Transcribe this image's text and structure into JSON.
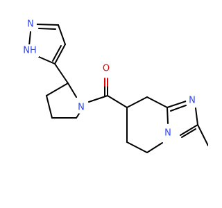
{
  "molecule": {
    "atoms": {
      "o": "O",
      "n_pyrazole_top": "N",
      "nh_pyrazole": "NH",
      "n_pyrrolidine": "N",
      "n_imidazole_top": "N",
      "n_imidazole_bridge": "N"
    }
  },
  "colors": {
    "bond": "#000000",
    "nitrogen": "#2e46f0",
    "oxygen": "#e00000"
  }
}
